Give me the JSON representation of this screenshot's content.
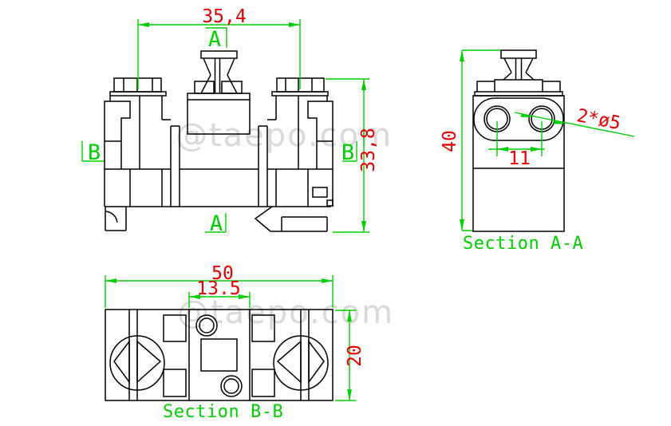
{
  "drawing": {
    "watermark": "@taepo.com",
    "colors": {
      "outline": "#000000",
      "dimension_text": "#e80000",
      "annotation": "#00cf00",
      "watermark": "#d9d9d9",
      "background": "#ffffff"
    },
    "front_view": {
      "dim_width": "35,4",
      "dim_height": "33,8",
      "marker_a": "A",
      "marker_b": "B"
    },
    "section_aa": {
      "label": "Section A-A",
      "dim_height": "40",
      "dim_hole_spacing": "11",
      "dim_holes": "2*ø5"
    },
    "section_bb": {
      "label": "Section B-B",
      "dim_width": "50",
      "dim_inner_width": "13.5",
      "dim_height": "20"
    }
  }
}
